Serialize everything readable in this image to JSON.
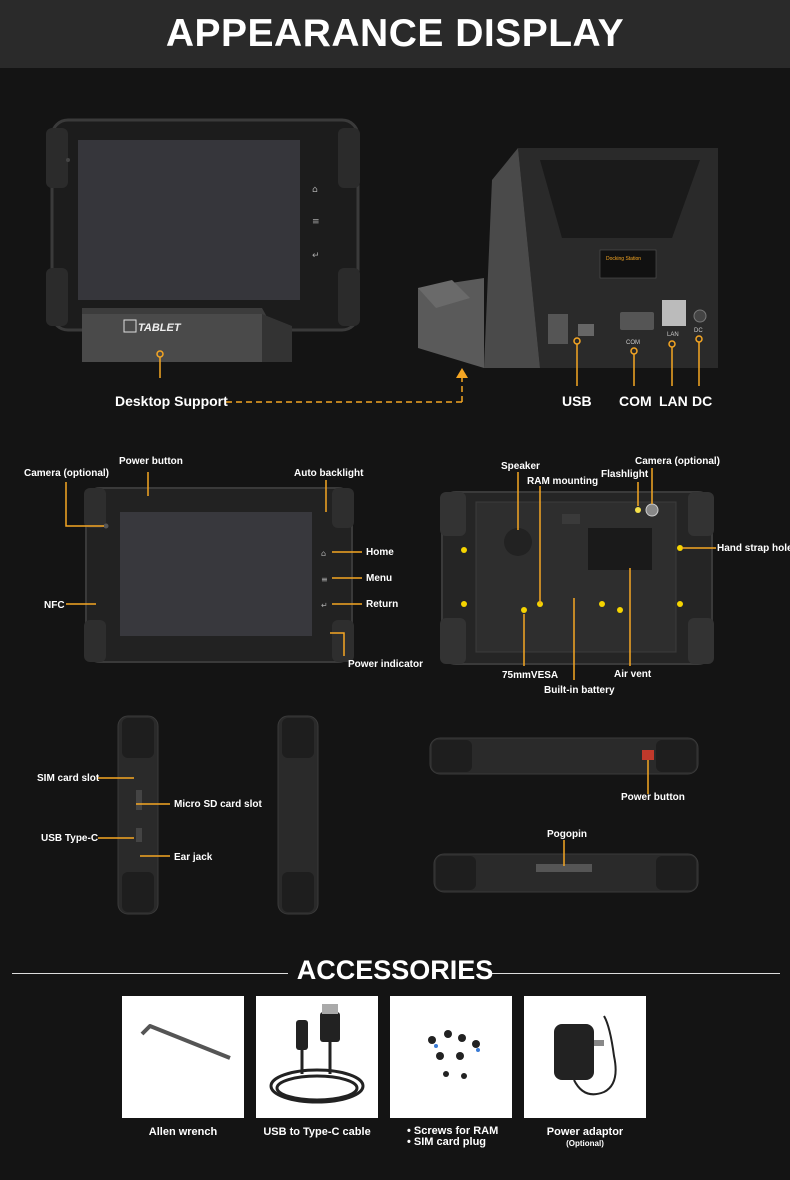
{
  "header": {
    "title": "APPEARANCE DISPLAY"
  },
  "top_section": {
    "desktop_support": "Desktop Support",
    "tablet_brand": "TABLET",
    "ports": {
      "usb": "USB",
      "com": "COM",
      "lan": "LAN",
      "dc": "DC"
    },
    "dock_port_labels": {
      "com": "COM",
      "lan": "LAN",
      "dc": "DC"
    },
    "dock_sticker": "Docking Station"
  },
  "front_view": {
    "camera": "Camera (optional)",
    "power_button": "Power button",
    "auto_backlight": "Auto backlight",
    "home": "Home",
    "menu": "Menu",
    "return": "Return",
    "nfc": "NFC",
    "power_indicator": "Power indicator"
  },
  "back_view": {
    "speaker": "Speaker",
    "ram_mounting": "RAM mounting",
    "flashlight": "Flashlight",
    "camera": "Camera  (optional)",
    "hand_strap_hole": "Hand strap hole",
    "vesa": "75mmVESA",
    "battery": "Built-in battery",
    "air_vent": "Air vent"
  },
  "side_view": {
    "sim_slot": "SIM card slot",
    "micro_sd": "Micro SD card slot",
    "usb_typec": "USB Type-C",
    "ear_jack": "Ear jack",
    "power_button": "Power button",
    "pogopin": "Pogopin"
  },
  "accessories": {
    "title": "ACCESSORIES",
    "items": [
      {
        "label": "Allen wrench"
      },
      {
        "label": "USB to Type-C cable"
      },
      {
        "bullets": [
          "• Screws for RAM",
          "• SIM card plug"
        ]
      },
      {
        "label": "Power adaptor",
        "note": "(Optional)"
      }
    ]
  },
  "colors": {
    "accent": "#f5a623",
    "background": "#141414",
    "header_bg": "#2a2a2a"
  }
}
